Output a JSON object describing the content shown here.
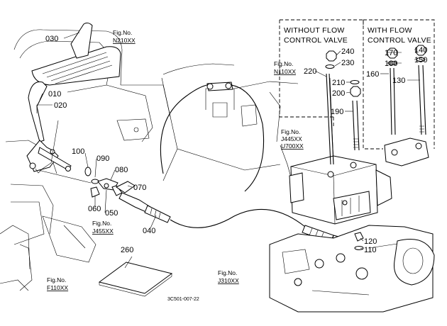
{
  "header_without": [
    "WITHOUT FLOW",
    "CONTROL VALVE"
  ],
  "header_with": [
    "WITH FLOW",
    "CONTROL VALVE"
  ],
  "fig_refs": {
    "n210": [
      "Fig.No.",
      "N210XX"
    ],
    "n110": [
      "Fig.No.",
      "N110XX"
    ],
    "j445": [
      "Fig.No.",
      "J445XX",
      "U700XX"
    ],
    "j455": [
      "Fig.No.",
      "J455XX"
    ],
    "f110": [
      "Fig.No.",
      "F110XX"
    ],
    "j310": [
      "Fig.No.",
      "J310XX"
    ]
  },
  "part_labels": {
    "p030": "030",
    "p010": "010",
    "p020": "020",
    "p100": "100",
    "p090": "090",
    "p080": "080",
    "p070": "070",
    "p060": "060",
    "p050": "050",
    "p040": "040",
    "p260": "260",
    "p240": "240",
    "p230": "230",
    "p220": "220",
    "p210": "210",
    "p200": "200",
    "p190": "190",
    "p170": "170",
    "p140": "140",
    "p180": "180",
    "p150": "150",
    "p160": "160",
    "p130": "130",
    "p120": "120",
    "p110": "110"
  },
  "drawing_code": "3C501-007-22"
}
